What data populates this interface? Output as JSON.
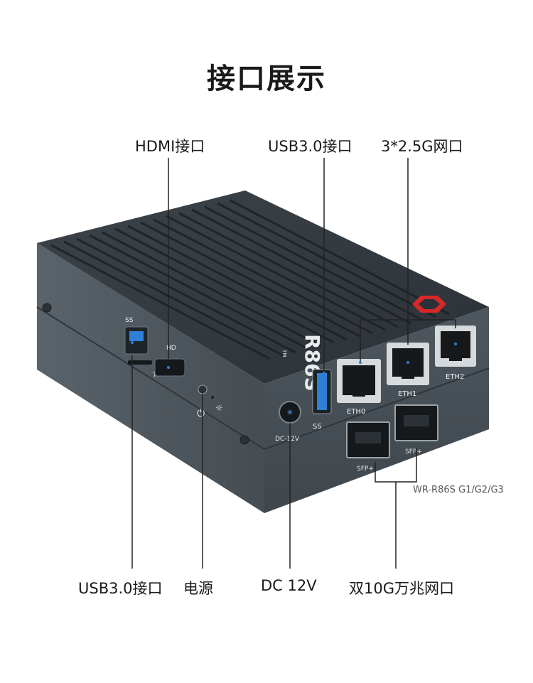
{
  "title": "接口展示",
  "labels": {
    "hdmi": "HDMI接口",
    "usb_top": "USB3.0接口",
    "eth": "3*2.5G网口",
    "usb_bottom": "USB3.0接口",
    "power": "电源",
    "dc": "DC 12V",
    "sfp": "双10G万兆网口"
  },
  "model": "WR-R86S G1/G2/G3",
  "device_marks": {
    "brand": "R86S",
    "tm": "TM",
    "hd": "HD",
    "tf": "TF",
    "dc_mark": "DC-12V",
    "ss": "SS",
    "eth0": "ETH0",
    "eth1": "ETH1",
    "eth2": "ETH2",
    "sfp1": "SFP+",
    "sfp2": "SFP+"
  },
  "colors": {
    "body": "#4a5258",
    "logo": "#d62828",
    "usb_blue": "#2f7fd6",
    "callout_line": "#222222"
  }
}
